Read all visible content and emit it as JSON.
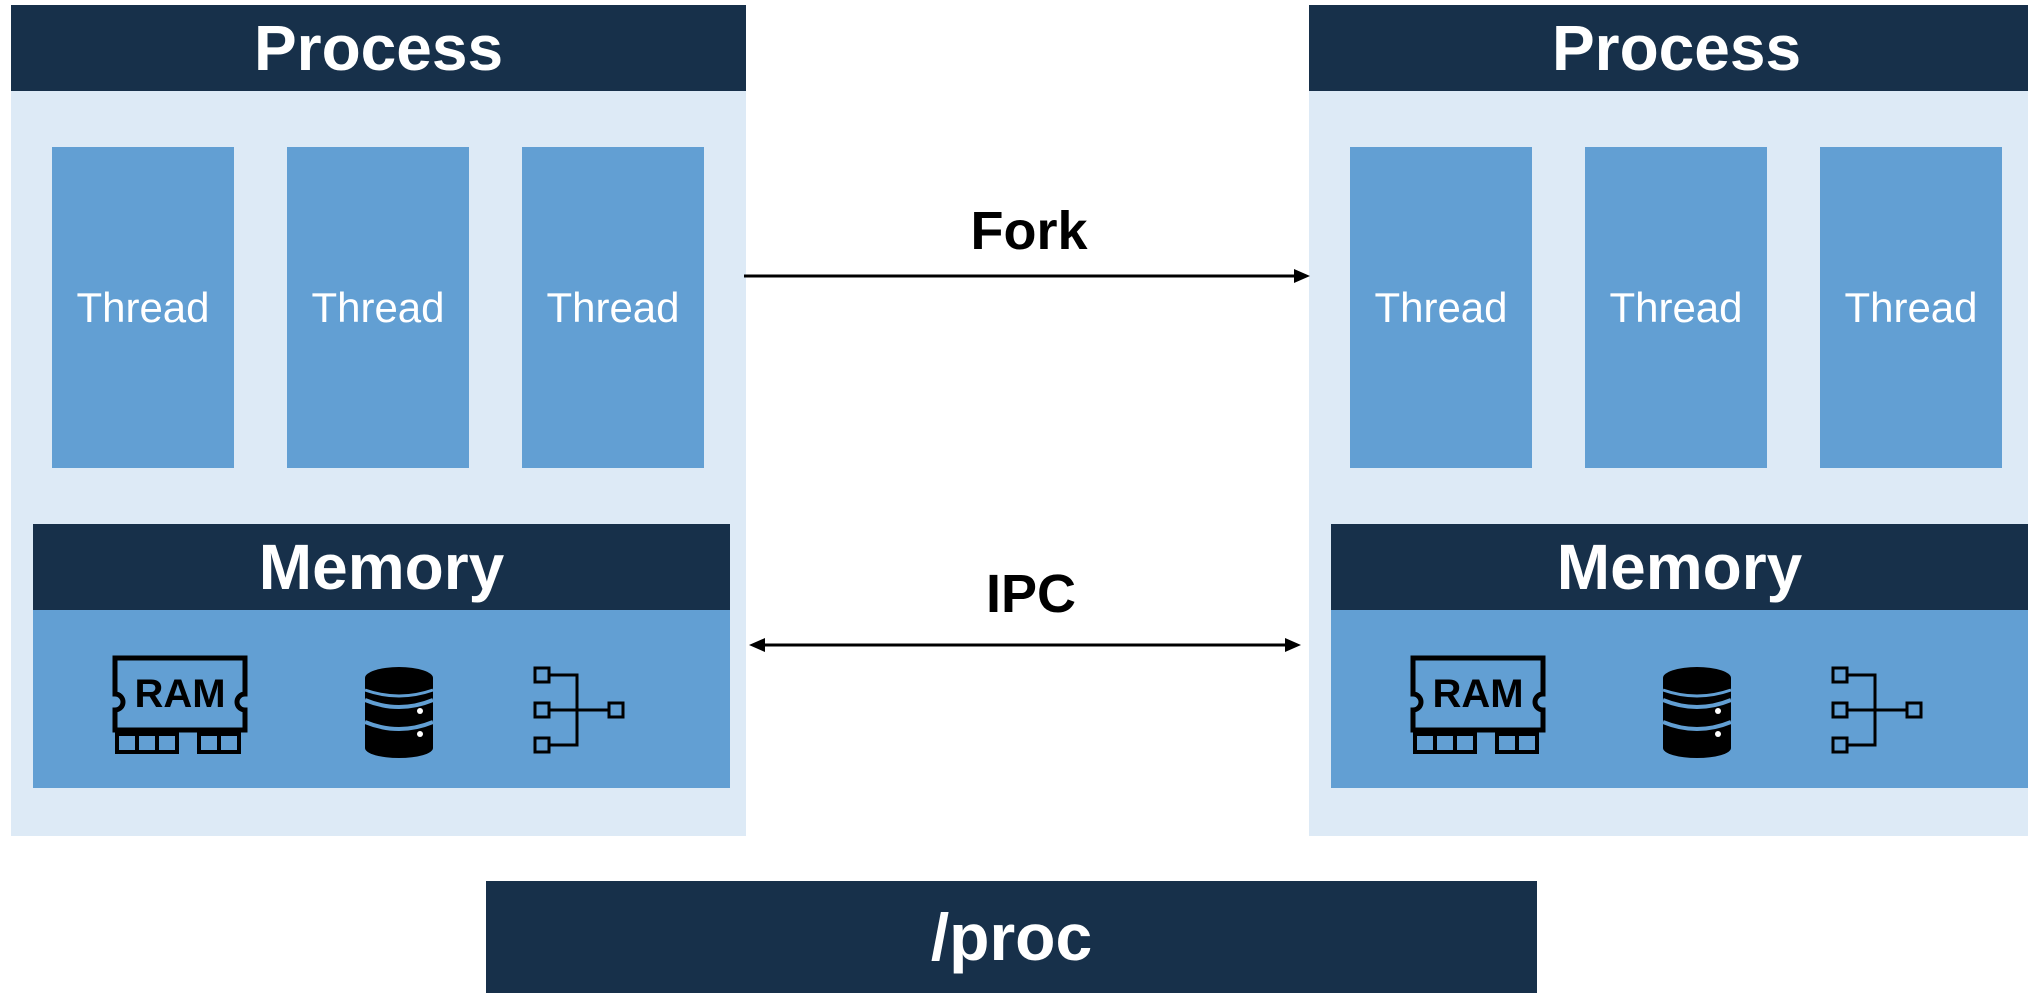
{
  "processes": [
    {
      "title": "Process",
      "threads": [
        "Thread",
        "Thread",
        "Thread"
      ],
      "memory": {
        "title": "Memory",
        "icons": [
          "ram-icon",
          "database-icon",
          "tree-structure-icon"
        ],
        "ram_label": "RAM"
      }
    },
    {
      "title": "Process",
      "threads": [
        "Thread",
        "Thread",
        "Thread"
      ],
      "memory": {
        "title": "Memory",
        "icons": [
          "ram-icon",
          "database-icon",
          "tree-structure-icon"
        ],
        "ram_label": "RAM"
      }
    }
  ],
  "edges": {
    "fork": "Fork",
    "ipc": "IPC"
  },
  "proc": {
    "label": "/proc"
  },
  "colors": {
    "dark_navy": "#17304a",
    "light_blue_bg": "#ddeaf6",
    "mid_blue": "#629fd3"
  }
}
